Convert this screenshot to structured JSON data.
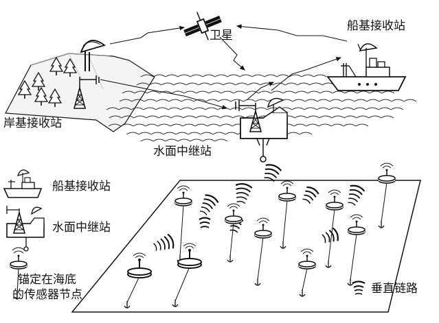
{
  "labels": {
    "satellite": "卫星",
    "ship_station": "船基接收站",
    "shore_station": "岸基接收站",
    "surface_relay": "水面中继站"
  },
  "legend": {
    "ship_station": "船基接收站",
    "surface_relay": "水面中继站",
    "sensor_node_line1": "锚定在海底",
    "sensor_node_line2": "的传感器节点",
    "vertical_link": "垂直链路"
  }
}
